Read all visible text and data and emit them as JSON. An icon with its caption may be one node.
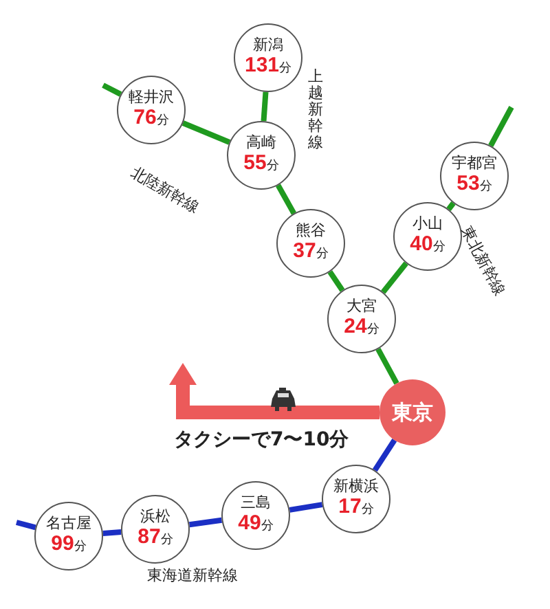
{
  "diagram": {
    "nodes": [
      {
        "text": [
          "新潟",
          "**131**分"
        ]
      },
      {
        "text": [
          "軽井沢",
          "**76**分"
        ]
      },
      {
        "text": [
          "高崎",
          "**55**分"
        ]
      },
      {
        "text": [
          "宇都宮",
          "**53**分"
        ]
      },
      {
        "text": [
          "熊谷",
          "**37**分"
        ]
      },
      {
        "text": [
          "小山",
          "**40**分"
        ]
      },
      {
        "text": [
          "大宮",
          "**24**分"
        ]
      },
      {
        "text": [
          "東京"
        ]
      },
      {
        "text": [
          "新横浜",
          "**17**分"
        ]
      },
      {
        "text": [
          "三島",
          "**49**分"
        ]
      },
      {
        "text": [
          "浜松",
          "**87**分"
        ]
      },
      {
        "text": [
          "名古屋",
          "**99**分"
        ]
      }
    ],
    "edges": [
      {
        "from": null,
        "to": 1,
        "arrow": "none"
      },
      {
        "from": 0,
        "to": 2,
        "arrow": "none"
      },
      {
        "from": 1,
        "to": 2,
        "arrow": "none"
      },
      {
        "from": 2,
        "to": 4,
        "arrow": "none"
      },
      {
        "from": 4,
        "to": 6,
        "arrow": "none"
      },
      {
        "from": 3,
        "to": null,
        "arrow": "none"
      },
      {
        "from": 5,
        "to": 3,
        "arrow": "none"
      },
      {
        "from": 6,
        "to": 5,
        "arrow": "none"
      },
      {
        "from": 6,
        "to": 7,
        "arrow": "none"
      },
      {
        "from": 7,
        "to": 8,
        "arrow": "none",
        "color": "#1b2fc4"
      },
      {
        "from": 8,
        "to": 9,
        "arrow": "none",
        "color": "#1b2fc4"
      },
      {
        "from": 9,
        "to": 10,
        "arrow": "none",
        "color": "#1b2fc4"
      },
      {
        "from": 10,
        "to": 11,
        "arrow": "none",
        "color": "#1b2fc4"
      },
      {
        "from": 11,
        "to": null,
        "arrow": "none",
        "color": "#1b2fc4"
      },
      {
        "from": 7,
        "to": null,
        "arrow": "to",
        "style": "thick",
        "color": "#ec5a5a",
        "label": "タクシーで7〜10分"
      }
    ],
    "labels": [
      "上越新幹線",
      "北陸新幹線",
      "東北新幹線",
      "東海道新幹線"
    ]
  }
}
